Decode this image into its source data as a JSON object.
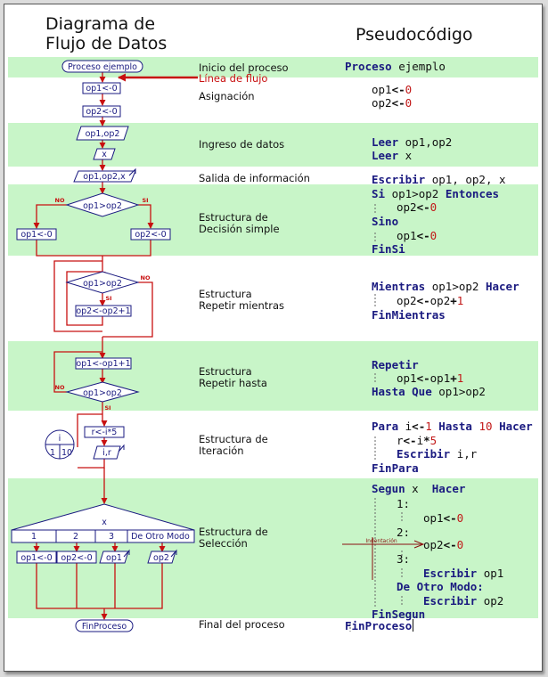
{
  "headers": {
    "diagram_line1": "Diagrama de",
    "diagram_line2": "Flujo de Datos",
    "pseudocode": "Pseudocódigo"
  },
  "labels": {
    "inicio": "Inicio del proceso",
    "linea_flujo": "Línea de flujo",
    "asignacion": "Asignación",
    "ingreso": "Ingreso de datos",
    "salida": "Salida de información",
    "decision_1": "Estructura de",
    "decision_2": "Decisión simple",
    "mientras_1": "Estructura",
    "mientras_2": "Repetir mientras",
    "hasta_1": "Estructura",
    "hasta_2": "Repetir hasta",
    "iteracion_1": "Estructura de",
    "iteracion_2": "Iteración",
    "seleccion_1": "Estructura de",
    "seleccion_2": "Selección",
    "final": "Final del proceso"
  },
  "diagram": {
    "start": "Proceso ejemplo",
    "assign1": "op1<-0",
    "assign2": "op2<-0",
    "input1": "op1,op2",
    "input2": "x",
    "output": "op1,op2,x",
    "cond": "op1>op2",
    "no": "NO",
    "si": "SI",
    "dec_left": "op1<-0",
    "dec_right": "op2<-0",
    "while_body": "op2<-op2+1",
    "repeat_body": "op1<-op1+1",
    "iter_var": "i",
    "iter_from": "1",
    "iter_to": "10",
    "iter_assign": "r<-i*5",
    "iter_out": "i,r",
    "sel_var": "x",
    "case1": "1",
    "case2": "2",
    "case3": "3",
    "case_other": "De Otro Modo",
    "sel_op1": "op1<-0",
    "sel_op2": "op2<-0",
    "sel_out1": "op1",
    "sel_out2": "op2",
    "end": "FinProceso"
  },
  "pseudo": {
    "proceso": "Proceso",
    "ejemplo": "ejemplo",
    "op1": "op1",
    "op2": "op2",
    "assign": "<-",
    "zero": "0",
    "one": "1",
    "ten": "10",
    "five": "5",
    "leer": "Leer",
    "leer_args1": "op1,op2",
    "leer_args2": "x",
    "escribir": "Escribir",
    "escribir_args": "op1, op2, x",
    "si": "Si",
    "cond": "op1>op2",
    "entonces": "Entonces",
    "sino": "Sino",
    "finsi": "FinSi",
    "mientras": "Mientras",
    "hacer": "Hacer",
    "plus": "+",
    "finmientras": "FinMientras",
    "repetir": "Repetir",
    "hasta_que": "Hasta Que",
    "para": "Para",
    "i": "i",
    "hasta": "Hasta",
    "r": "r",
    "times": "*",
    "ir_args": "i,r",
    "finpara": "FinPara",
    "segun": "Segun",
    "x": "x",
    "case1": "1:",
    "case2": "2:",
    "case3": "3:",
    "de_otro_modo": "De Otro Modo:",
    "finsegun": "FinSegun",
    "finproceso": "FinProceso",
    "indentacion": "Indentación"
  },
  "colors": {
    "band": "#c8f5c8",
    "keyword": "#1a1a80",
    "number": "#c21818",
    "flow_arrow": "#c81010",
    "box_border": "#1a1a80"
  }
}
